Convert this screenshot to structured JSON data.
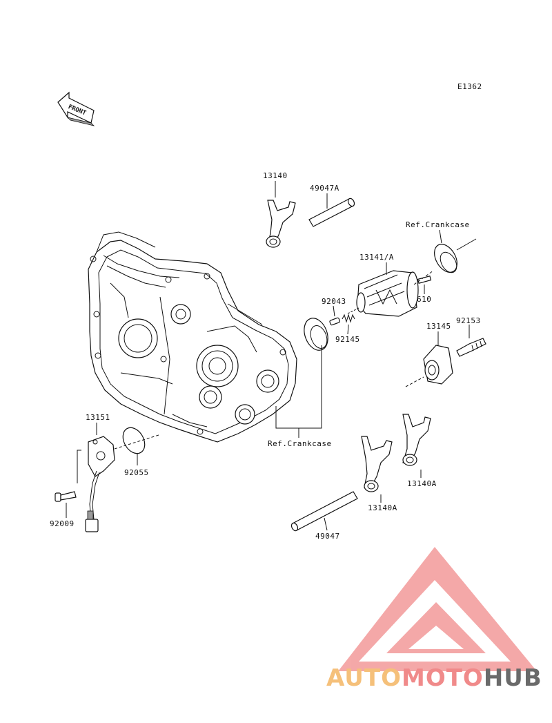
{
  "diagram_code": "E1362",
  "front_label": "FRONT",
  "callouts": {
    "c13140": "13140",
    "c49047A": "49047A",
    "refCrankcaseTop": "Ref.Crankcase",
    "c13141A": "13141/A",
    "c610": "610",
    "c92043": "92043",
    "c92145": "92145",
    "c13145": "13145",
    "c92153": "92153",
    "refCrankcaseBottom": "Ref.Crankcase",
    "c13151": "13151",
    "c92055": "92055",
    "c92009": "92009",
    "c13140A_right": "13140A",
    "c13140A_mid": "13140A",
    "c49047": "49047"
  },
  "watermark": {
    "part1": "AUTO",
    "part2": "MOTO",
    "part3": "HUB",
    "color_auto": "#f5c07a",
    "color_moto": "#f08a8a",
    "color_hub": "#6a6a6a",
    "logo_color": "#f39a9a"
  }
}
